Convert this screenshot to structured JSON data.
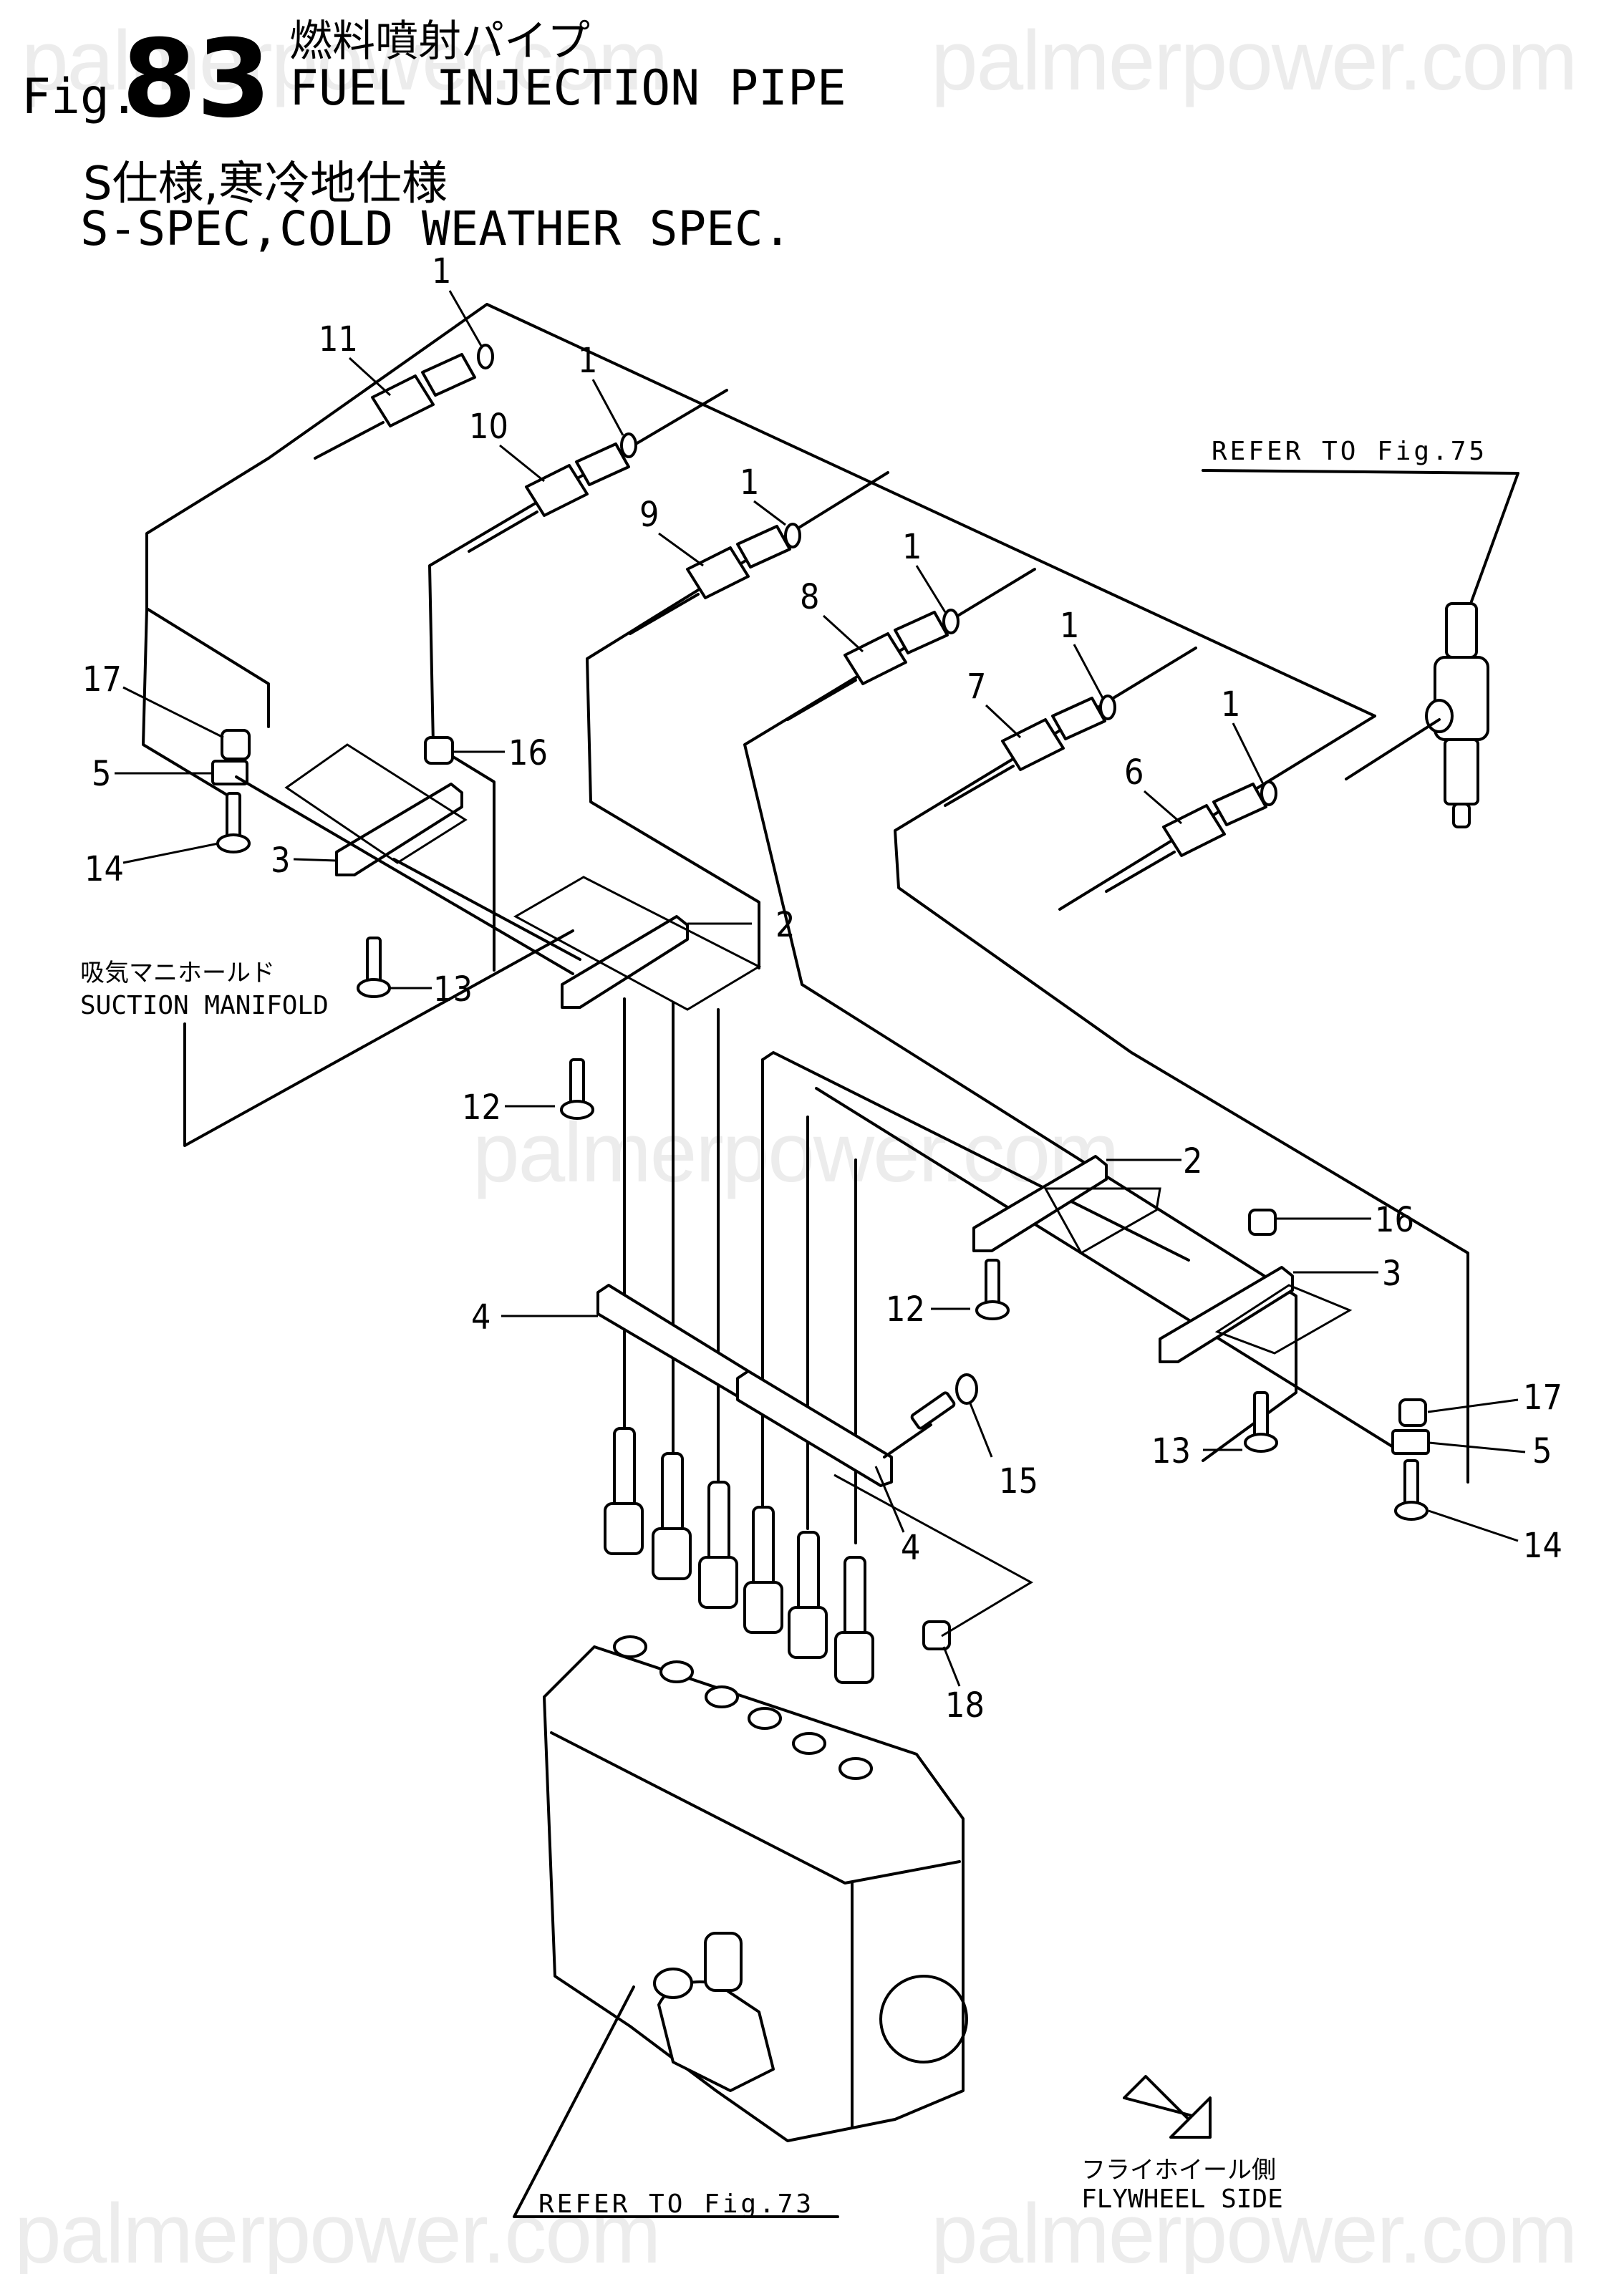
{
  "figure": {
    "prefix": "Fig.",
    "number": "83",
    "title_jp": "燃料噴射パイプ",
    "title_en": "FUEL INJECTION PIPE"
  },
  "spec": {
    "jp": "S仕様,寒冷地仕様",
    "en": "S-SPEC,COLD WEATHER SPEC."
  },
  "watermark": "palmerpower.com",
  "references": {
    "fig75": "REFER TO Fig.75",
    "fig73": "REFER TO Fig.73"
  },
  "suction_manifold": {
    "jp": "吸気マニホールド",
    "en": "SUCTION MANIFOLD"
  },
  "flywheel": {
    "jp": "フライホイール側",
    "en": "FLYWHEEL SIDE"
  },
  "callouts": {
    "o_ring_1a": "1",
    "o_ring_1b": "1",
    "o_ring_1c": "1",
    "o_ring_1d": "1",
    "o_ring_1e": "1",
    "o_ring_1f": "1",
    "pipe_11": "11",
    "pipe_10": "10",
    "pipe_9": "9",
    "pipe_8": "8",
    "pipe_7": "7",
    "pipe_6": "6",
    "nut_17_left": "17",
    "clamp_5_left": "5",
    "bolt_14_left": "14",
    "clamp_3_left": "3",
    "nut_16_left": "16",
    "bolt_13_left": "13",
    "clamp_2_upper": "2",
    "bolt_12_upper": "12",
    "clamp_2_lower": "2",
    "nut_16_right": "16",
    "clamp_3_right": "3",
    "bolt_12_lower": "12",
    "nut_17_right": "17",
    "clamp_5_right": "5",
    "bolt_13_right": "13",
    "bolt_14_right": "14",
    "clamp_4_left": "4",
    "clamp_4_right": "4",
    "bolt_15": "15",
    "nut_18": "18"
  }
}
